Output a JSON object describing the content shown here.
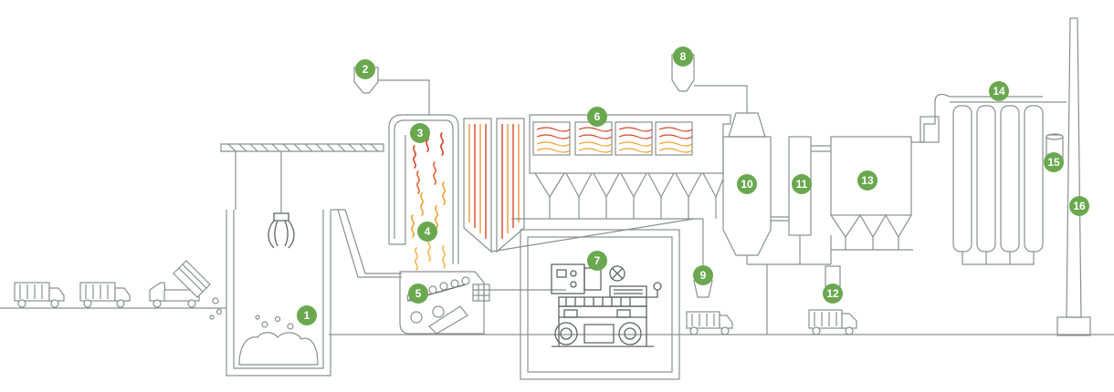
{
  "diagram": {
    "title": "",
    "colors": {
      "badge": "#6aa84f",
      "line": "#8a8f8c",
      "dark_line": "#5f6461",
      "flame_red": "#d9442b",
      "flame_orange": "#f0a030",
      "ground": "#9aa09c"
    },
    "callouts": [
      {
        "num": "1",
        "part": "waste-bunker"
      },
      {
        "num": "2",
        "part": "reagent-silo"
      },
      {
        "num": "3",
        "part": "combustion-chamber-upper"
      },
      {
        "num": "4",
        "part": "combustion-chamber-lower"
      },
      {
        "num": "5",
        "part": "grate"
      },
      {
        "num": "6",
        "part": "heat-exchanger"
      },
      {
        "num": "7",
        "part": "turbine-generator"
      },
      {
        "num": "8",
        "part": "additive-silo"
      },
      {
        "num": "9",
        "part": "ash-hopper"
      },
      {
        "num": "10",
        "part": "reactor-tower"
      },
      {
        "num": "11",
        "part": "filter-column"
      },
      {
        "num": "12",
        "part": "residue-hopper"
      },
      {
        "num": "13",
        "part": "bag-filter"
      },
      {
        "num": "14",
        "part": "scrubber-columns"
      },
      {
        "num": "15",
        "part": "monitoring-unit"
      },
      {
        "num": "16",
        "part": "stack"
      }
    ]
  }
}
